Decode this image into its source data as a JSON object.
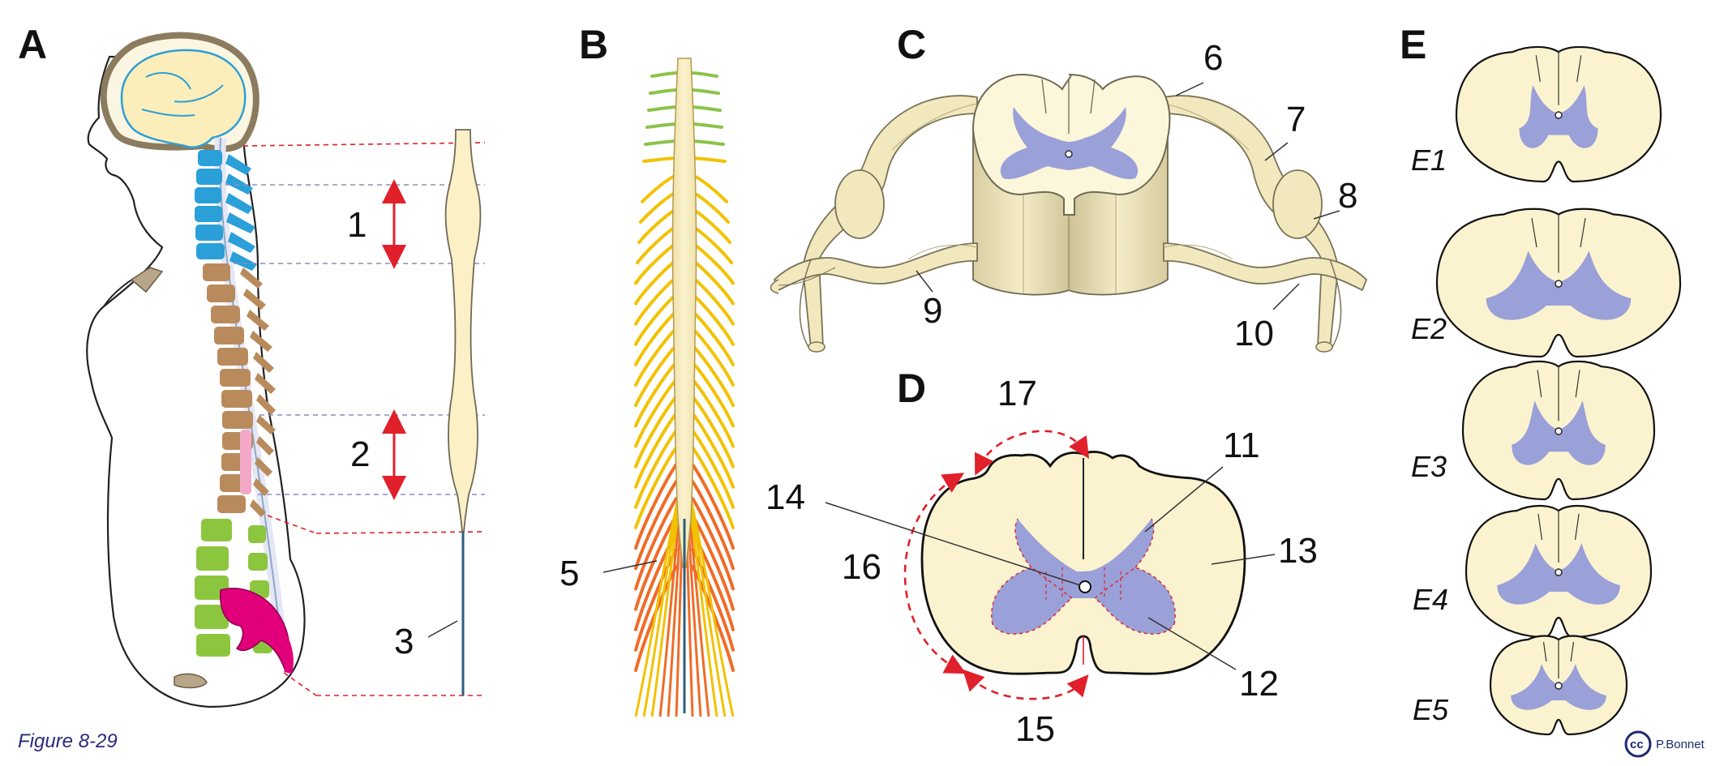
{
  "panels": {
    "a": "A",
    "b": "B",
    "c": "C",
    "d": "D",
    "e": "E"
  },
  "labels": {
    "n1": "1",
    "n2": "2",
    "n3": "3",
    "n5": "5",
    "n6": "6",
    "n7": "7",
    "n8": "8",
    "n9": "9",
    "n10": "10",
    "n11": "11",
    "n12": "12",
    "n13": "13",
    "n14": "14",
    "n15": "15",
    "n16": "16",
    "n17": "17"
  },
  "sections": {
    "e1": "E1",
    "e2": "E2",
    "e3": "E3",
    "e4": "E4",
    "e5": "E5"
  },
  "caption": "Figure 8-29",
  "credit": {
    "cc_symbol": "cc",
    "author": "P.Bonnet"
  },
  "colors": {
    "white_matter": "#fbf3cf",
    "grey_matter": "#9aa0d8",
    "cervical_vertebrae": "#2a9fd8",
    "thoracic_vertebrae": "#b98b5c",
    "lumbar_vertebrae": "#8cc63f",
    "sacrum": "#e2007a",
    "arrows_red": "#e0202a",
    "guide_lines_blue": "#8a8fbf",
    "nerve_green": "#8bc34a",
    "nerve_yellow": "#f2c200",
    "nerve_orange": "#ef6c28"
  }
}
